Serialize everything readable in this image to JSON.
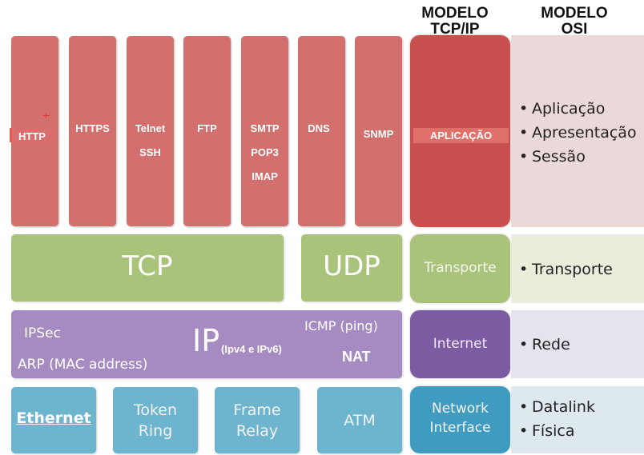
{
  "headers": {
    "tcpip": [
      "MODELO",
      "TCP/IP"
    ],
    "osi": [
      "MODELO",
      "OSI"
    ]
  },
  "application_protocols": [
    {
      "lines": [
        "HTTP"
      ]
    },
    {
      "lines": [
        "HTTPS"
      ]
    },
    {
      "lines": [
        "Telnet",
        "SSH"
      ]
    },
    {
      "lines": [
        "FTP"
      ]
    },
    {
      "lines": [
        "SMTP",
        "POP3",
        "IMAP"
      ]
    },
    {
      "lines": [
        "DNS"
      ]
    },
    {
      "lines": [
        "SNMP"
      ]
    }
  ],
  "transport": {
    "tcp": "TCP",
    "udp": "UDP"
  },
  "internet": {
    "ipsec": "IPSec",
    "ip": "IP",
    "ip_sub": "(Ipv4 e IPv6)",
    "icmp": "ICMP (ping)",
    "arp": "ARP (MAC address)",
    "nat": "NAT"
  },
  "link": {
    "ethernet": "Ethernet",
    "token_ring": [
      "Token",
      "Ring"
    ],
    "frame_relay": [
      "Frame",
      "Relay"
    ],
    "atm": "ATM"
  },
  "tcpip_layers": {
    "application": "APLICAÇÃO",
    "transport": "Transporte",
    "internet": "Internet",
    "network_interface": [
      "Network",
      "Interface"
    ]
  },
  "osi_layers": {
    "application_group": [
      "Aplicação",
      "Apresentação",
      "Sessão"
    ],
    "transport_group": [
      "Transporte"
    ],
    "network_group": [
      "Rede"
    ],
    "link_group": [
      "Datalink",
      "Física"
    ]
  },
  "colors": {
    "application": "#d36f6d",
    "transport": "#a9c37b",
    "internet": "#a68bc2",
    "link": "#6db4cf"
  }
}
